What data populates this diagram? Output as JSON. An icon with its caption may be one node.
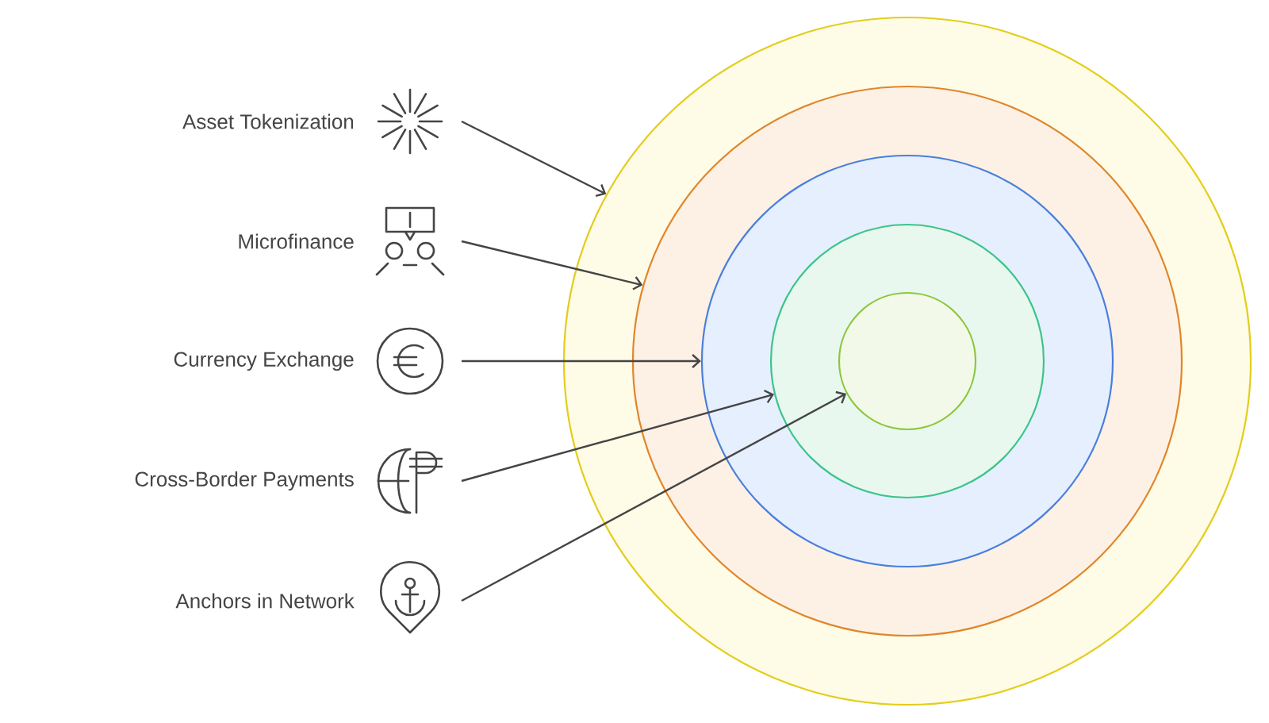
{
  "diagram": {
    "nodes": [
      {
        "text": [
          "Asset Tokenization"
        ]
      },
      {
        "text": [
          "Microfinance"
        ]
      },
      {
        "text": [
          "Currency Exchange"
        ]
      },
      {
        "text": [
          "Cross-Border Payments"
        ]
      },
      {
        "text": [
          "Anchors in Network"
        ]
      },
      {
        "text": [],
        "shape": "circle"
      },
      {
        "text": [],
        "shape": "circle",
        "in": 5
      },
      {
        "text": [],
        "shape": "circle",
        "in": 6
      },
      {
        "text": [],
        "shape": "circle",
        "in": 7
      },
      {
        "text": [],
        "shape": "circle",
        "in": 8
      }
    ],
    "edges": [
      {
        "from": 0,
        "to": 5,
        "arrow": "to"
      },
      {
        "from": 1,
        "to": 6,
        "arrow": "to"
      },
      {
        "from": 2,
        "to": 7,
        "arrow": "to"
      },
      {
        "from": 3,
        "to": 8,
        "arrow": "to"
      },
      {
        "from": 4,
        "to": 9,
        "arrow": "to"
      }
    ]
  }
}
